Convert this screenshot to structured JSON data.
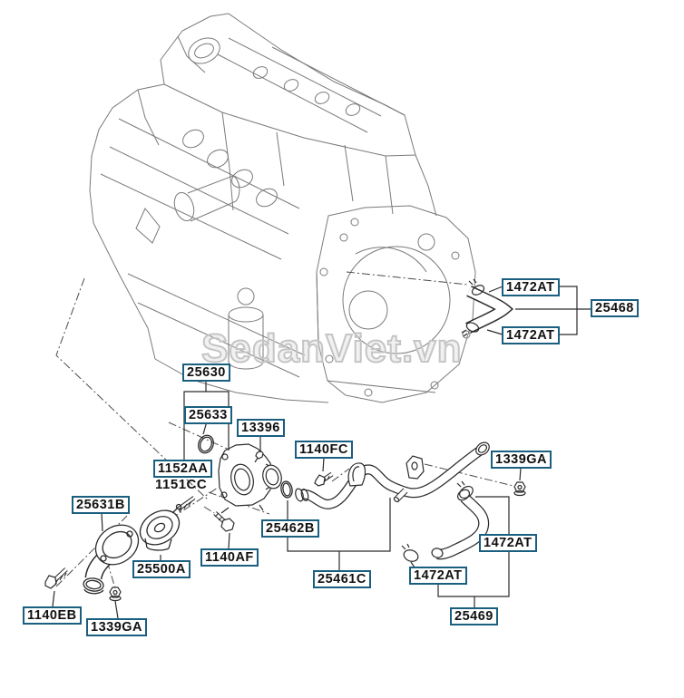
{
  "watermark": {
    "text": "SedanViet.vn"
  },
  "colors": {
    "label_border": "#1a5f80",
    "label_text": "#111111",
    "leader_line": "#2b2b2b",
    "engine_line": "#777777",
    "watermark": "#c5c5c5",
    "background": "#ffffff"
  },
  "labels": [
    {
      "id": "1472AT-top",
      "text": "1472AT"
    },
    {
      "id": "25468",
      "text": "25468"
    },
    {
      "id": "1472AT-top2",
      "text": "1472AT"
    },
    {
      "id": "25630",
      "text": "25630"
    },
    {
      "id": "25633",
      "text": "25633"
    },
    {
      "id": "13396",
      "text": "13396"
    },
    {
      "id": "1140FC",
      "text": "1140FC"
    },
    {
      "id": "1152AA",
      "text": "1152AA"
    },
    {
      "id": "25631B",
      "text": "25631B"
    },
    {
      "id": "25462B",
      "text": "25462B"
    },
    {
      "id": "1140AF",
      "text": "1140AF"
    },
    {
      "id": "25500A",
      "text": "25500A"
    },
    {
      "id": "1140EB",
      "text": "1140EB"
    },
    {
      "id": "1339GA-left",
      "text": "1339GA"
    },
    {
      "id": "25461C",
      "text": "25461C"
    },
    {
      "id": "1339GA-right",
      "text": "1339GA"
    },
    {
      "id": "1472AT-mid",
      "text": "1472AT"
    },
    {
      "id": "1472AT-low",
      "text": "1472AT"
    },
    {
      "id": "25469",
      "text": "25469"
    }
  ],
  "sub_label": {
    "id": "1151CC",
    "text": "1151CC"
  }
}
